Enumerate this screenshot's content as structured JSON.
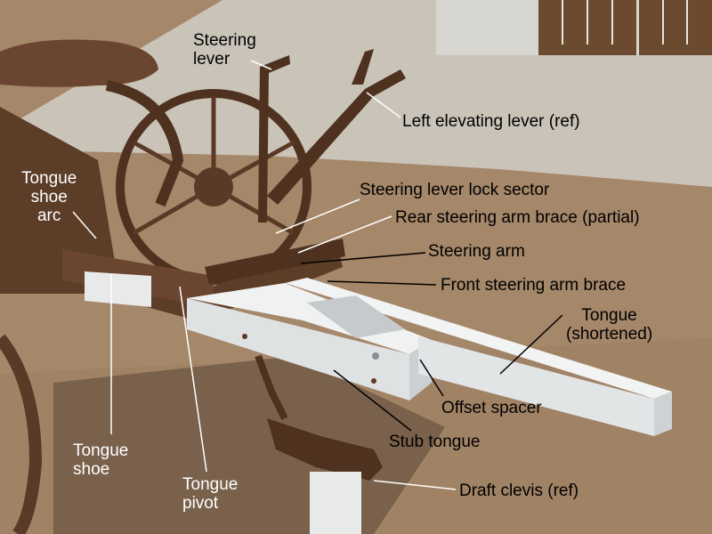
{
  "labels": {
    "steering_lever": "Steering\nlever",
    "left_elevating_lever": "Left elevating lever (ref)",
    "tongue_shoe_arc": "Tongue\nshoe\narc",
    "steering_lever_lock_sector": "Steering lever lock sector",
    "rear_steering_arm_brace": "Rear steering arm brace (partial)",
    "steering_arm": "Steering arm",
    "front_steering_arm_brace": "Front steering arm brace",
    "tongue_shortened": "Tongue\n(shortened)",
    "offset_spacer": "Offset spacer",
    "stub_tongue": "Stub tongue",
    "tongue_shoe": "Tongue\nshoe",
    "tongue_pivot": "Tongue\npivot",
    "draft_clevis": "Draft clevis (ref)"
  },
  "colors": {
    "ground": "#a88a6c",
    "concrete": "#c9c3b8",
    "rust": "#5a3a26",
    "wood_white": "#eceeee",
    "building": "#6b4a30"
  }
}
